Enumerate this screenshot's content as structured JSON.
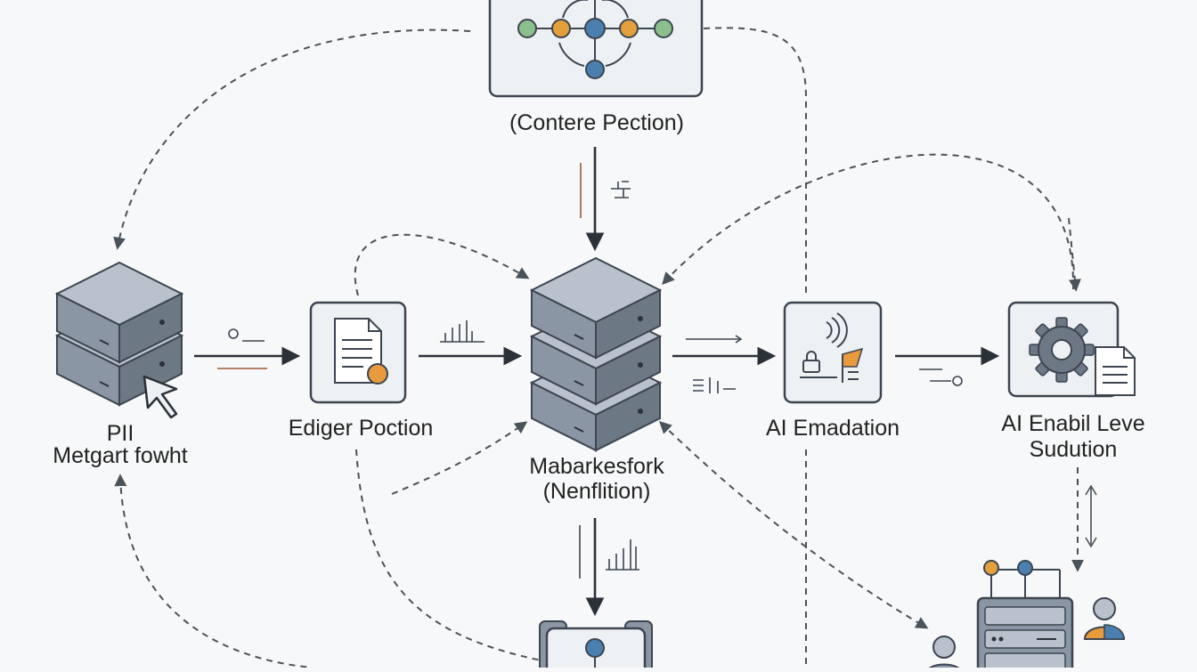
{
  "labels": {
    "top": "(Contere Pection)",
    "left_line1": "PII",
    "left_line2": "Metgart fowht",
    "doc": "Ediger Poction",
    "center_line1": "Mabarkesfork",
    "center_line2": "(Nenflition)",
    "ai": "AI Emadation",
    "right_line1": "AI Enabil Leve",
    "right_line2": "Sudution"
  },
  "colors": {
    "box_fill": "#eef1f4",
    "box_stroke": "#3c4550",
    "server_top": "#b9c2cc",
    "server_front": "#8a96a3",
    "server_side": "#6c7884",
    "arrow": "#2b3138",
    "dashed": "#4a525a",
    "green_node": "#8cbf8e",
    "orange_node": "#e3a03c",
    "blue_node": "#4a7fb0",
    "accent_orange": "#e89a3c",
    "accent_brown": "#9a5a36"
  },
  "icons": {
    "top": "network-graph-icon",
    "left": "server-stack-cursor-icon",
    "doc": "document-badge-icon",
    "center": "server-stack-icon",
    "ai": "ai-signal-icon",
    "right": "gear-document-icon",
    "bottom_right": "server-users-icon",
    "bottom": "node-box-icon"
  }
}
